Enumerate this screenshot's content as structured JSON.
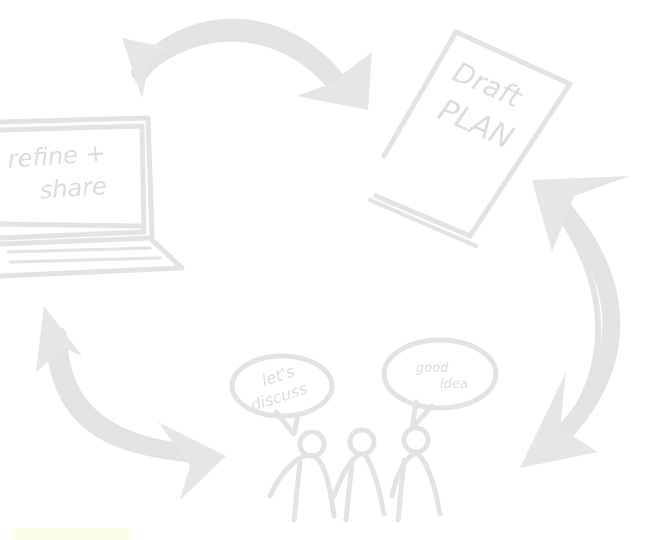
{
  "diagram": {
    "laptop": {
      "lines": [
        "refine +",
        "share"
      ]
    },
    "document": {
      "lines": [
        "Draft",
        "PLAN"
      ]
    },
    "bubbles": {
      "left": {
        "lines": [
          "let's",
          "discuss"
        ]
      },
      "right": {
        "lines": [
          "good",
          "idea"
        ]
      }
    }
  }
}
